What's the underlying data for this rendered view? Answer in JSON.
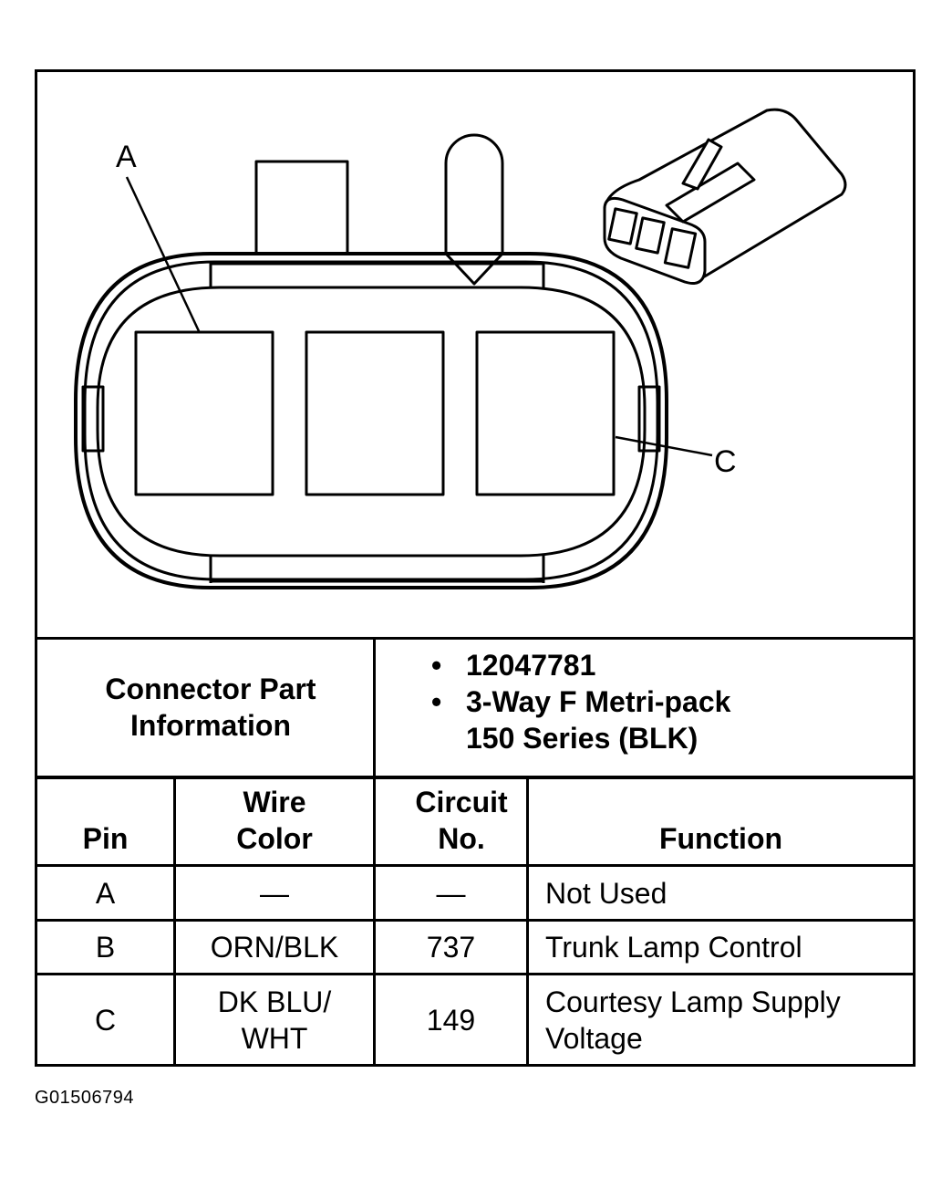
{
  "diagram": {
    "callout_a": "A",
    "callout_c": "C"
  },
  "connector_info": {
    "label": "Connector Part Information",
    "part_number": "12047781",
    "description": "3-Way F Metri-pack 150 Series (BLK)"
  },
  "table": {
    "headers": {
      "pin": "Pin",
      "wire_color": "Wire Color",
      "circuit_no": "Circuit No.",
      "function": "Function"
    },
    "rows": [
      {
        "pin": "A",
        "wire_color": "—",
        "circuit_no": "—",
        "function": "Not Used"
      },
      {
        "pin": "B",
        "wire_color": "ORN/BLK",
        "circuit_no": "737",
        "function": "Trunk Lamp Control"
      },
      {
        "pin": "C",
        "wire_color": "DK BLU/ WHT",
        "circuit_no": "149",
        "function": "Courtesy Lamp Supply Voltage"
      }
    ]
  },
  "figure_id": "G01506794"
}
